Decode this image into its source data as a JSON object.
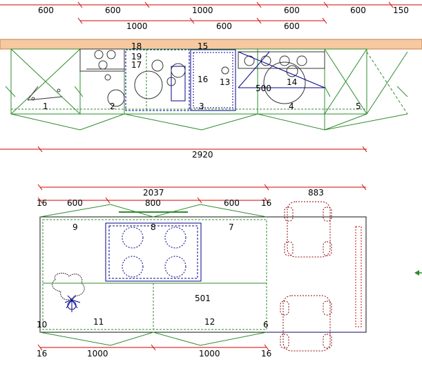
{
  "top_plan": {
    "dims_row1": [
      "600",
      "600",
      "1000",
      "600",
      "600",
      "150"
    ],
    "dims_row2": [
      "1000",
      "600",
      "600"
    ],
    "overall": "2920",
    "cabinet_labels": [
      "1",
      "2",
      "3",
      "4",
      "5"
    ],
    "item_labels": [
      "18",
      "19",
      "17",
      "15",
      "16",
      "13",
      "500",
      "14"
    ]
  },
  "island_plan": {
    "dim_total": "2037",
    "dim_seat": "883",
    "dims_top": [
      "16",
      "600",
      "800",
      "600",
      "16"
    ],
    "dims_bottom": [
      "16",
      "1000",
      "1000",
      "16"
    ],
    "labels": [
      "9",
      "8",
      "7",
      "10",
      "11",
      "12",
      "6",
      "501"
    ]
  },
  "colors": {
    "dimension": "#d40000",
    "cabinet_line": "#2e8b2e",
    "countertop_fill": "#f6c9a0",
    "appliance": "#00008b",
    "chair": "#8b0000"
  }
}
